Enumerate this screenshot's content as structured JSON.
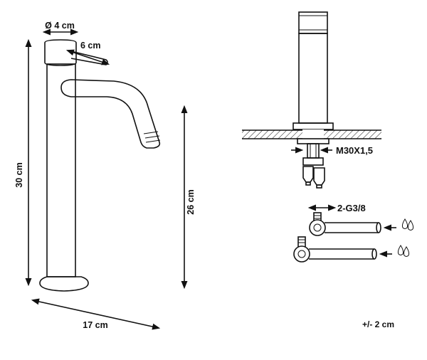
{
  "faucet_dimensions": {
    "diameter": "Ø 4 cm",
    "handle_length": "6 cm",
    "total_height": "30 cm",
    "spout_height": "26 cm",
    "spout_reach": "17 cm"
  },
  "installation": {
    "mount_thread": "M30X1,5",
    "hose_connection": "2-G3/8"
  },
  "tolerance": "+/- 2 cm"
}
